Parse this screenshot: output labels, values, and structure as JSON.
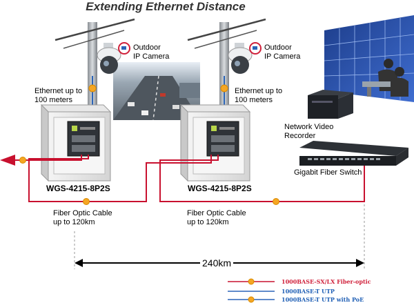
{
  "title": "Extending Ethernet Distance",
  "cameras": [
    {
      "label_line1": "Outdoor",
      "label_line2": "IP Camera"
    },
    {
      "label_line1": "Outdoor",
      "label_line2": "IP Camera"
    }
  ],
  "ethernet_notes": [
    {
      "line1": "Ethernet up to",
      "line2": "100 meters"
    },
    {
      "line1": "Ethernet up to",
      "line2": "100 meters"
    }
  ],
  "switch_models": [
    "WGS-4215-8P2S",
    "WGS-4215-8P2S"
  ],
  "fiber_notes": [
    {
      "line1": "Fiber Optic Cable",
      "line2": "up to 120km"
    },
    {
      "line1": "Fiber Optic Cable",
      "line2": "up to 120km"
    }
  ],
  "nvr": {
    "line1": "Network Video",
    "line2": "Recorder"
  },
  "fiber_switch": {
    "label": "Gigabit Fiber Switch"
  },
  "distance": {
    "label": "240km"
  },
  "legend": [
    {
      "label": "1000BASE-SX/LX Fiber-optic",
      "color": "#d0203a"
    },
    {
      "label": "1000BASE-T UTP",
      "color": "#1f5fb5"
    },
    {
      "label": "1000BASE-T UTP with PoE",
      "color": "#1f5fb5"
    }
  ],
  "colors": {
    "fiber": "#c8102e",
    "utp": "#2a64b8",
    "poe_dot": "#f5a623"
  }
}
